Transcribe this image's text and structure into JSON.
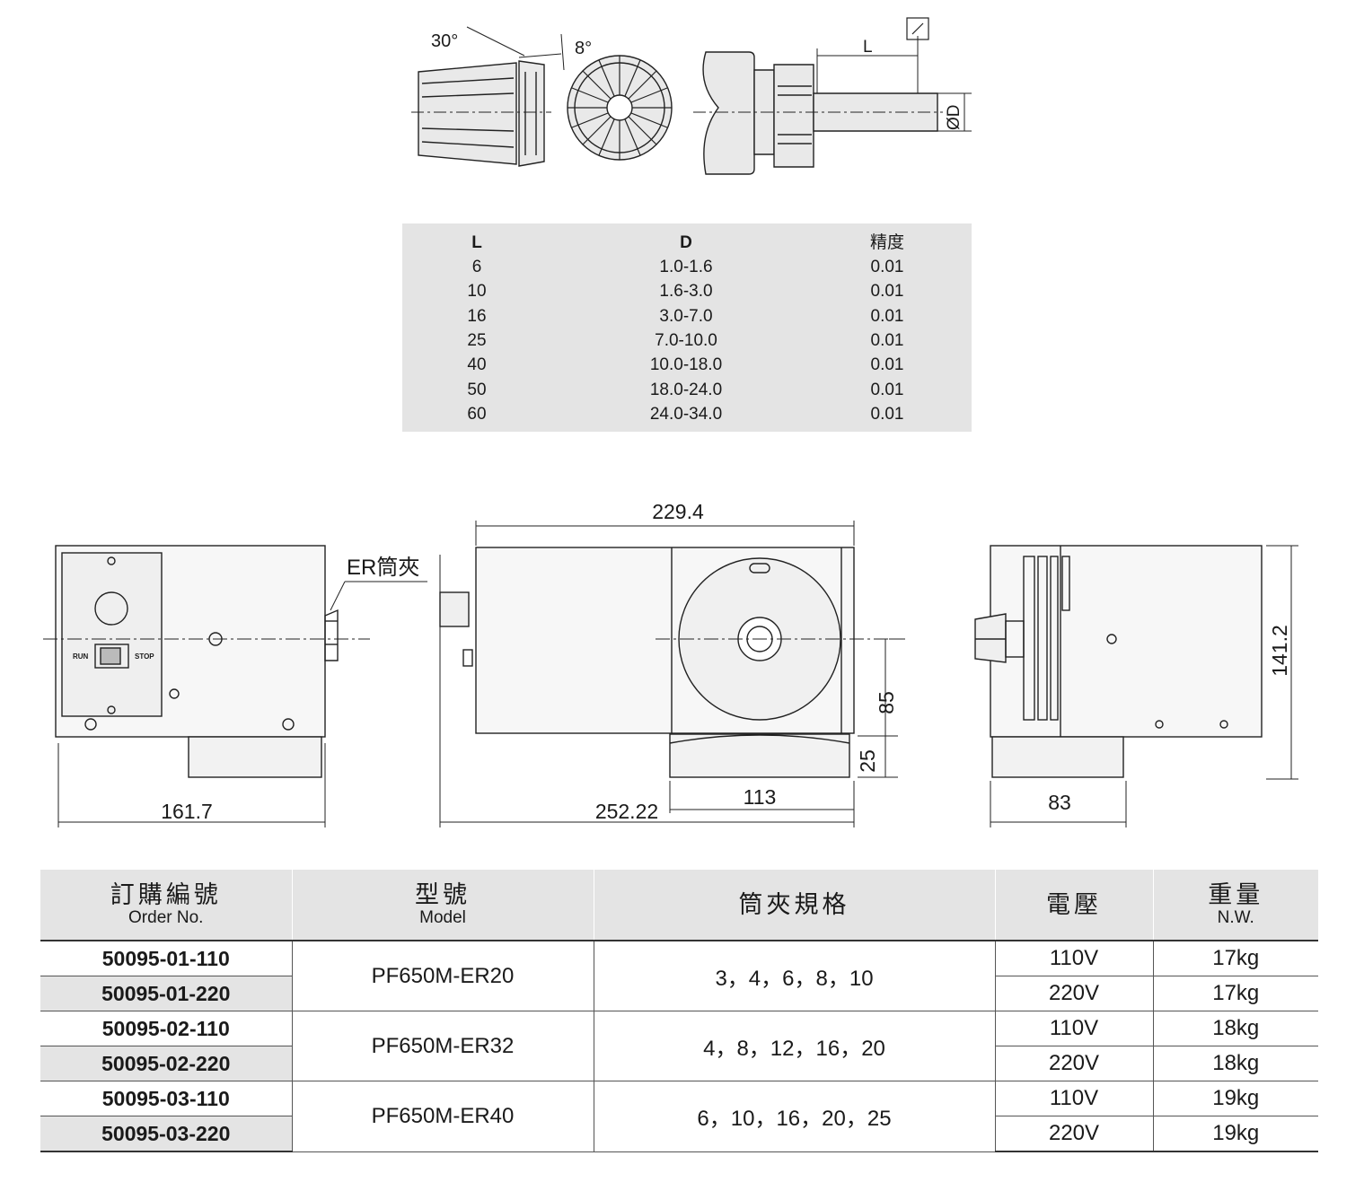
{
  "diagram": {
    "collet_angles": [
      "30°",
      "8°"
    ],
    "holder_labels": {
      "length": "L",
      "diameter": "ØD"
    },
    "er_label": "ER筒夾",
    "switch": {
      "run": "RUN",
      "stop": "STOP"
    },
    "dimensions": [
      "229.4",
      "161.7",
      "252.22",
      "113",
      "85",
      "25",
      "141.2",
      "83"
    ]
  },
  "precision_table": {
    "headers": [
      "L",
      "D",
      "精度"
    ],
    "rows": [
      [
        "6",
        "1.0-1.6",
        "0.01"
      ],
      [
        "10",
        "1.6-3.0",
        "0.01"
      ],
      [
        "16",
        "3.0-7.0",
        "0.01"
      ],
      [
        "25",
        "7.0-10.0",
        "0.01"
      ],
      [
        "40",
        "10.0-18.0",
        "0.01"
      ],
      [
        "50",
        "18.0-24.0",
        "0.01"
      ],
      [
        "60",
        "24.0-34.0",
        "0.01"
      ]
    ]
  },
  "order_table": {
    "headers": [
      {
        "zh": "訂購編號",
        "en": "Order No."
      },
      {
        "zh": "型號",
        "en": "Model"
      },
      {
        "zh": "筒夾規格",
        "en": ""
      },
      {
        "zh": "電壓",
        "en": ""
      },
      {
        "zh": "重量",
        "en": "N.W."
      }
    ],
    "groups": [
      {
        "model": "PF650M-ER20",
        "collets": "3，4，6，8，10",
        "rows": [
          {
            "order": "50095-01-110",
            "voltage": "110V",
            "weight": "17kg"
          },
          {
            "order": "50095-01-220",
            "voltage": "220V",
            "weight": "17kg"
          }
        ]
      },
      {
        "model": "PF650M-ER32",
        "collets": "4，8，12，16，20",
        "rows": [
          {
            "order": "50095-02-110",
            "voltage": "110V",
            "weight": "18kg"
          },
          {
            "order": "50095-02-220",
            "voltage": "220V",
            "weight": "18kg"
          }
        ]
      },
      {
        "model": "PF650M-ER40",
        "collets": "6，10，16，20，25",
        "rows": [
          {
            "order": "50095-03-110",
            "voltage": "110V",
            "weight": "19kg"
          },
          {
            "order": "50095-03-220",
            "voltage": "220V",
            "weight": "19kg"
          }
        ]
      }
    ]
  }
}
